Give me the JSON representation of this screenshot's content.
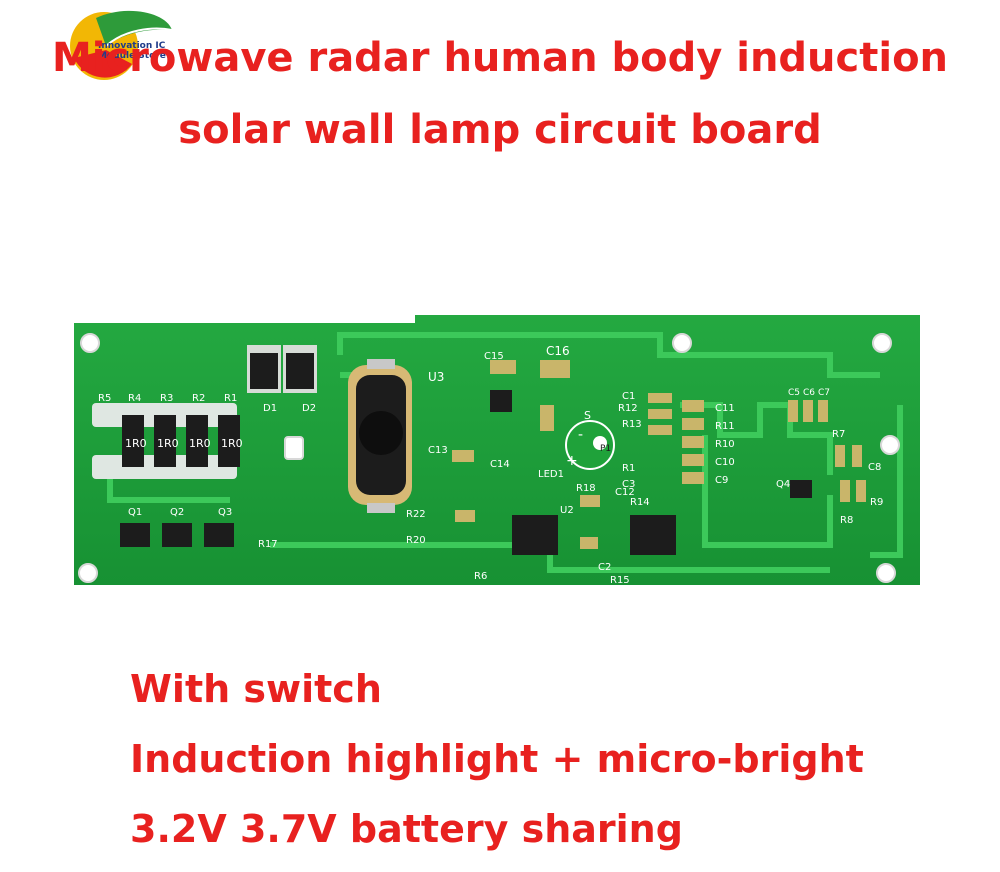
{
  "title": {
    "line1": "Microwave radar human body induction",
    "line2": "solar wall lamp circuit board"
  },
  "logo": {
    "line1": "Innovation IC",
    "line2": "Module Store"
  },
  "board": {
    "resistor_labels": [
      "R5",
      "R4",
      "R3",
      "R2",
      "R1"
    ],
    "resistor_marking": "1R0",
    "diode_labels": [
      "D1",
      "D2"
    ],
    "transistor_labels": [
      "Q1",
      "Q2",
      "Q3"
    ],
    "component_labels": [
      "U3",
      "C15",
      "C16",
      "C13",
      "C14",
      "LED1",
      "U2",
      "R18",
      "R22",
      "R20",
      "R6",
      "R17",
      "C11",
      "R11",
      "R10",
      "C10",
      "C9",
      "C12",
      "R12",
      "C1",
      "R13",
      "R1",
      "C3",
      "P1",
      "Q4",
      "C5",
      "C6",
      "C7",
      "R7",
      "C8",
      "R8",
      "R9",
      "C2",
      "R15",
      "R14"
    ],
    "sensor_plus": "+",
    "sensor_minus": "-",
    "sensor_s": "S"
  },
  "features": {
    "line1": "With switch",
    "line2": "Induction highlight + micro-bright",
    "line3": "3.2V 3.7V battery sharing"
  },
  "colors": {
    "title_red": "#e8211f",
    "pcb_green": "#1fa23a",
    "pcb_trace": "#34c14f",
    "silkscreen": "#ffffff"
  }
}
